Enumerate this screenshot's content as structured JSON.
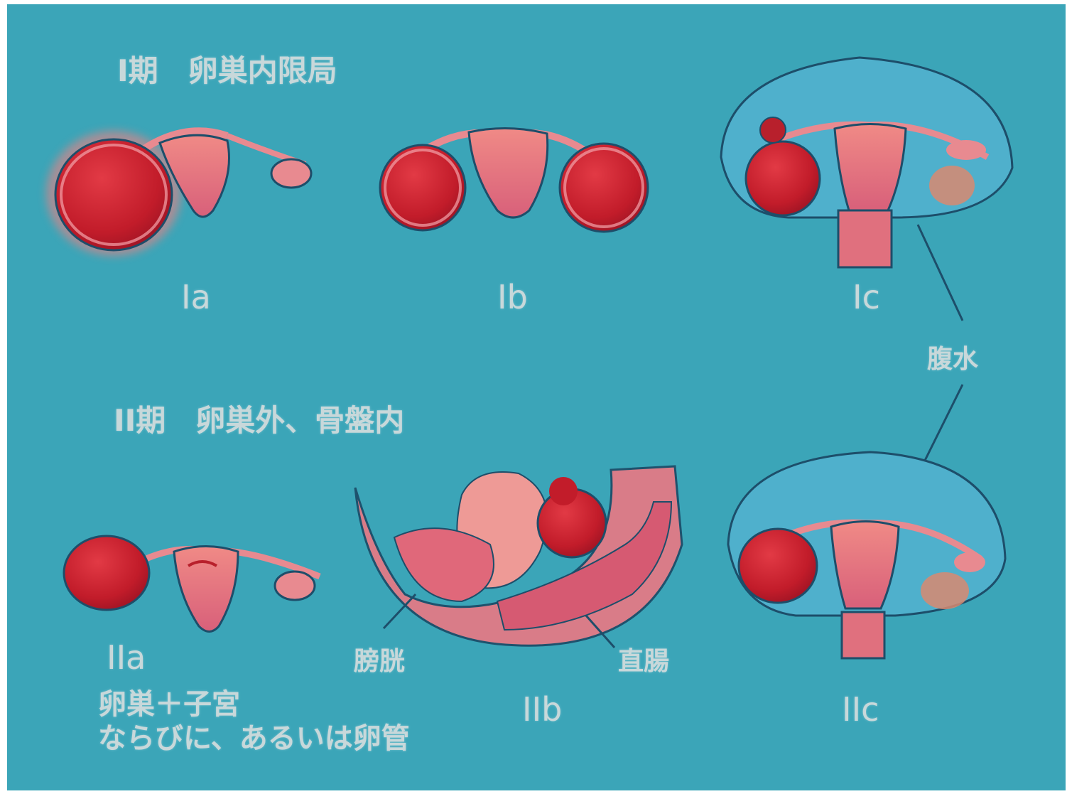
{
  "headings": {
    "stage1": "I期　卵巣内限局",
    "stage2": "II期　卵巣外、骨盤内"
  },
  "sublabels": {
    "s1a": "Ia",
    "s1b": "Ib",
    "s1c": "Ic",
    "s2a": "IIa",
    "s2b": "IIb",
    "s2c": "IIc"
  },
  "annotations": {
    "ascites": "腹水",
    "bladder": "膀胱",
    "rectum": "直腸"
  },
  "note": {
    "line1": "卵巣＋子宮",
    "line2": "ならびに、あるいは卵管"
  },
  "colors": {
    "background": "#3ba5b8",
    "tumor": "#c8202c",
    "uterus": "#e8707a",
    "ascites": "#4fb0cc",
    "outline": "#1d4e6a",
    "text": "#d8dede"
  }
}
